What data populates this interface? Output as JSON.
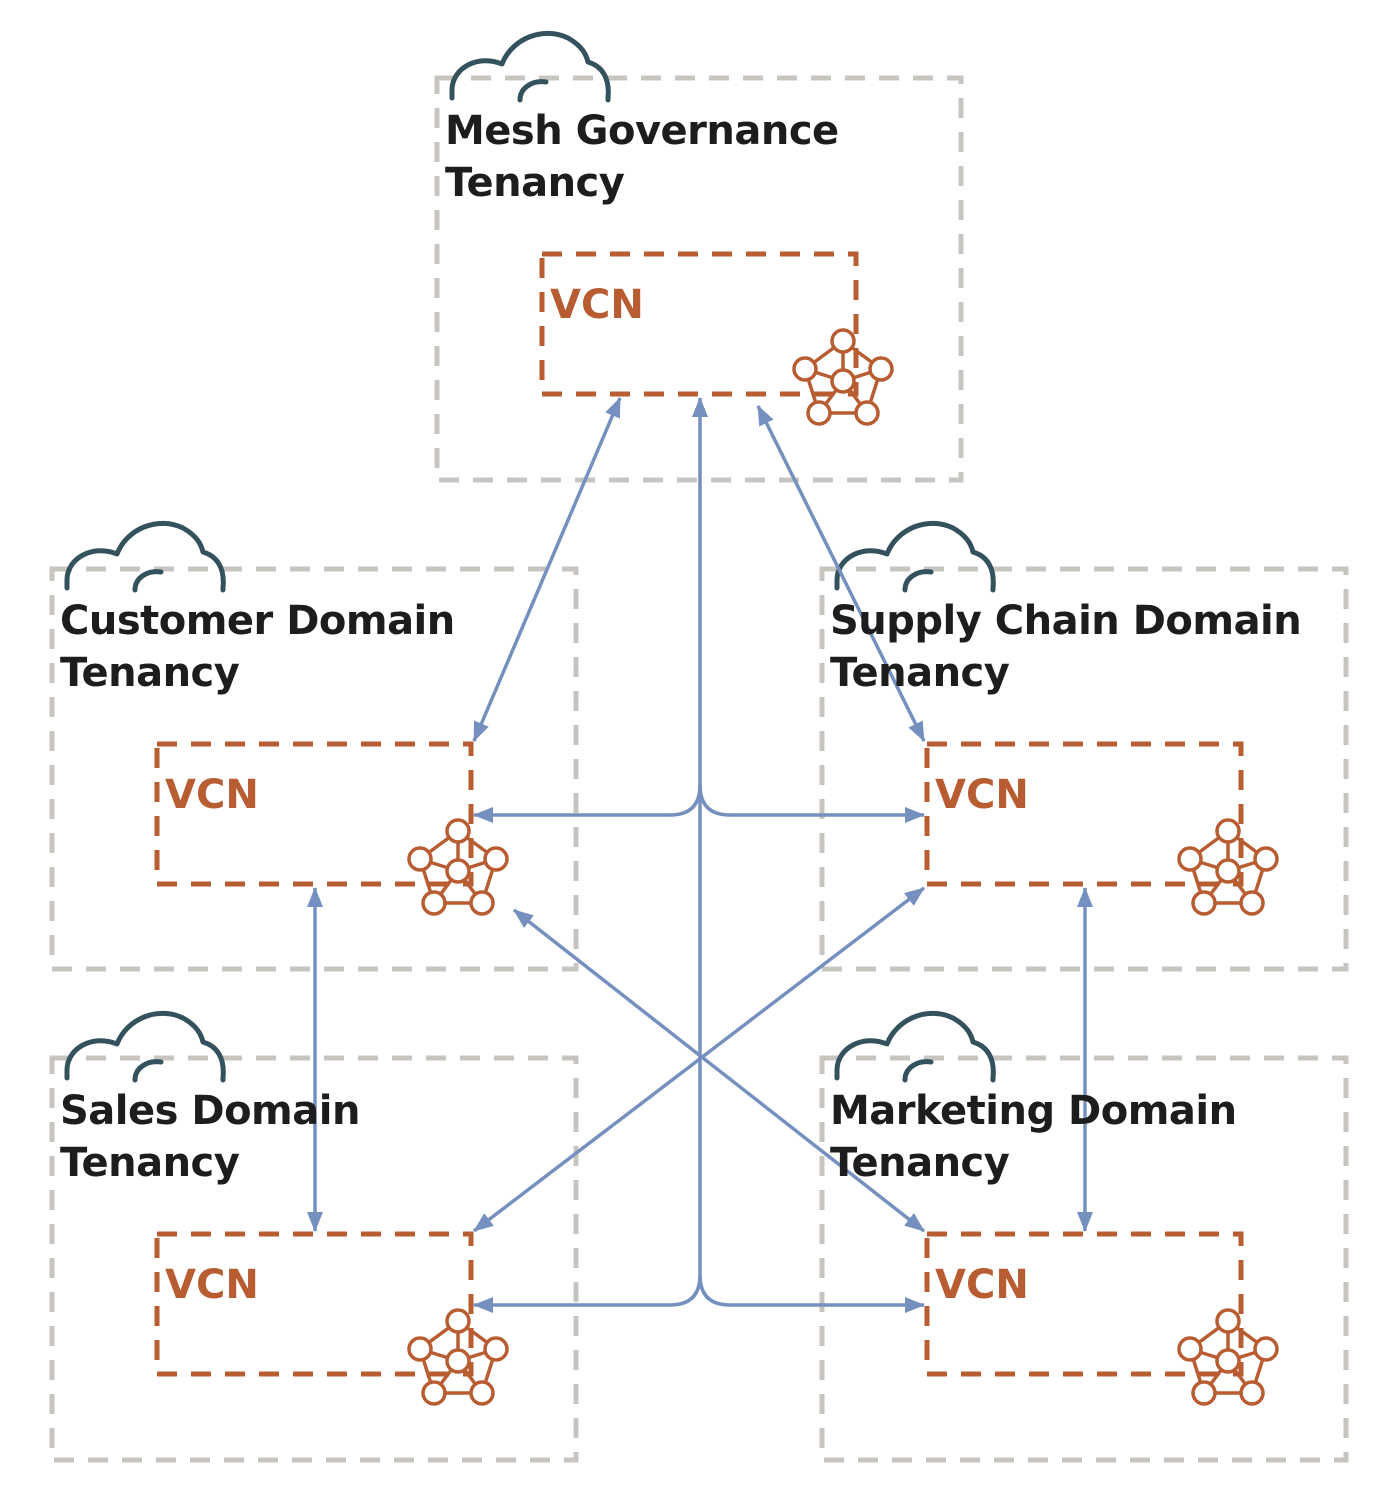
{
  "colors": {
    "tenancy_border": "#c8c5c1",
    "vcn_border": "#b85c31",
    "cloud_icon": "#34515e",
    "arrow": "#7590bf",
    "text": "#1d1d1d"
  },
  "tenancies": [
    {
      "id": "mesh",
      "title_line1": "Mesh Governance",
      "title_line2": "Tenancy",
      "vcn_label": "VCN"
    },
    {
      "id": "customer",
      "title_line1": "Customer Domain",
      "title_line2": "Tenancy",
      "vcn_label": "VCN"
    },
    {
      "id": "supplychain",
      "title_line1": "Supply Chain Domain",
      "title_line2": "Tenancy",
      "vcn_label": "VCN"
    },
    {
      "id": "sales",
      "title_line1": "Sales Domain",
      "title_line2": "Tenancy",
      "vcn_label": "VCN"
    },
    {
      "id": "marketing",
      "title_line1": "Marketing Domain",
      "title_line2": "Tenancy",
      "vcn_label": "VCN"
    }
  ],
  "icons": {
    "tenancy_icon": "cloud-icon",
    "vcn_icon": "service-mesh-icon"
  }
}
